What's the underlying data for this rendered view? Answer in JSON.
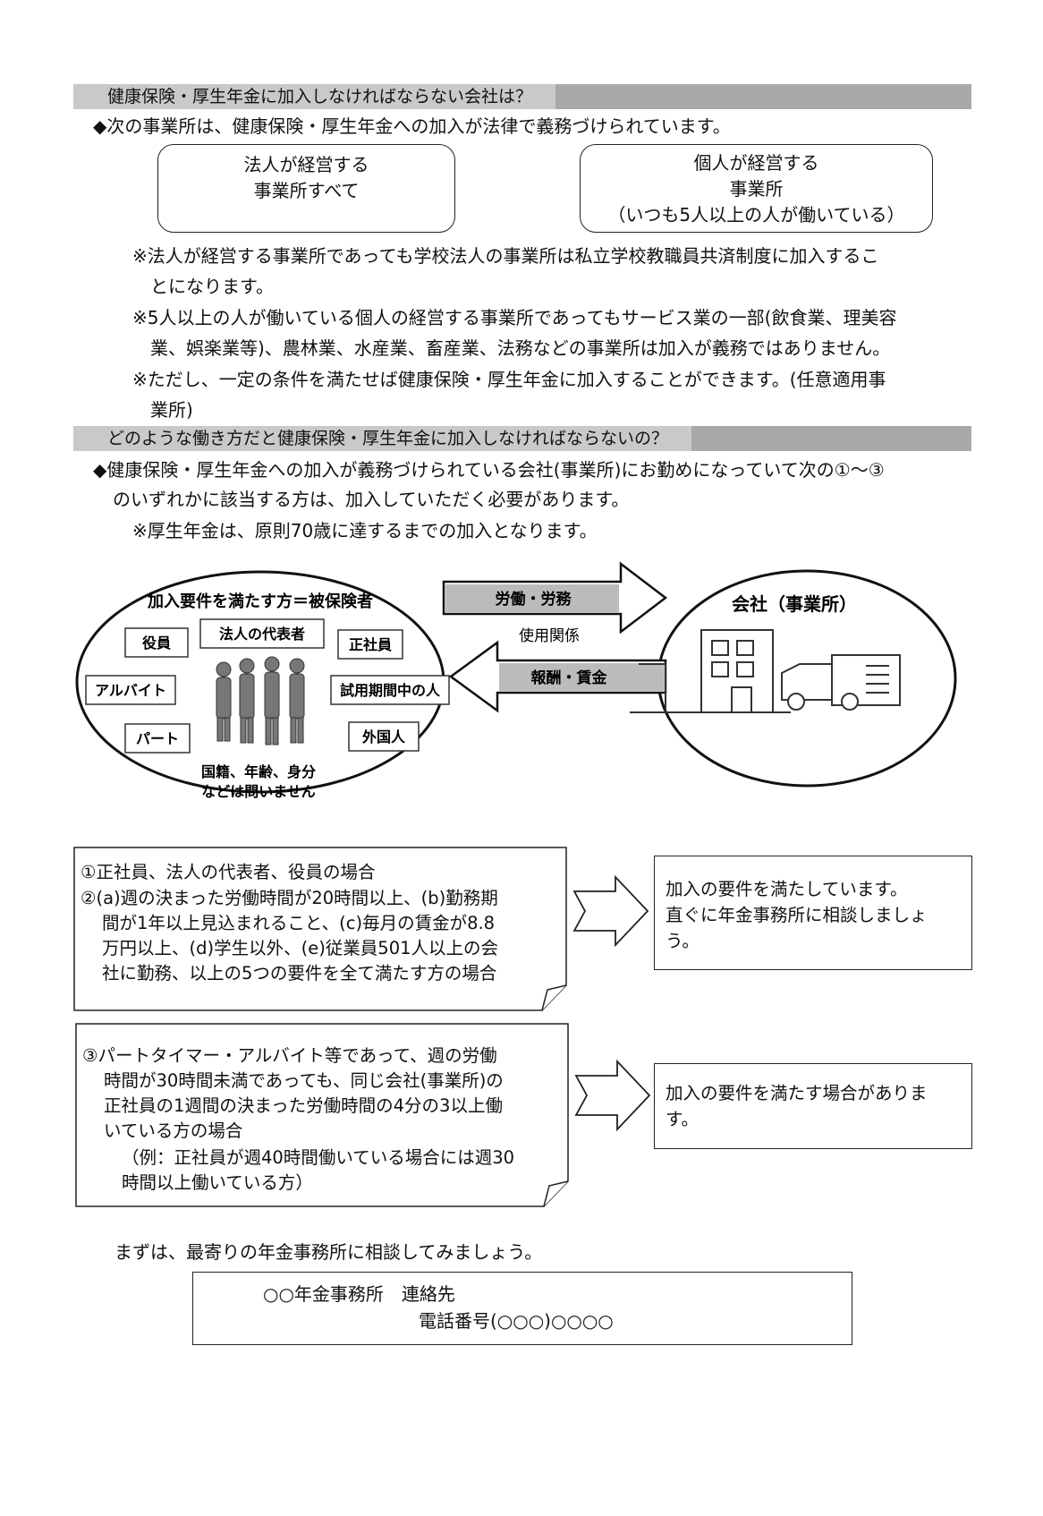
{
  "section1": {
    "header": "健康保険・厚生年金に加入しなければならない会社は？",
    "intro": "◆次の事業所は、健康保険・厚生年金への加入が法律で義務づけられています。",
    "box_left": [
      "法人が経営する",
      "事業所すべて"
    ],
    "box_right": [
      "個人が経営する",
      "事業所",
      "（いつも5人以上の人が働いている）"
    ],
    "notes": [
      "※法人が経営する事業所であっても学校法人の事業所は私立学校教職員共済制度に加入するこ",
      "とになります。",
      "※5人以上の人が働いている個人の経営する事業所であってもサービス業の一部(飲食業、理美容",
      "業、娯楽業等)、農林業、水産業、畜産業、法務などの事業所は加入が義務ではありません。",
      "※ただし、一定の条件を満たせば健康保険・厚生年金に加入することができます。(任意適用事",
      "業所)"
    ]
  },
  "section2": {
    "header": "どのような働き方だと健康保険・厚生年金に加入しなければならないの？",
    "intro": [
      "◆健康保険・厚生年金への加入が義務づけられている会社(事業所)にお勤めになっていて次の①～③",
      "のいずれかに該当する方は、加入していただく必要があります。"
    ],
    "note": "※厚生年金は、原則70歳に達するまでの加入となります。"
  },
  "diagram": {
    "left_title": "加入要件を満たす方＝被保険者",
    "roles": {
      "yakuin": "役員",
      "daihyousha": "法人の代表者",
      "seishain": "正社員",
      "arubaito": "アルバイト",
      "shiyou": "試用期間中の人",
      "paato": "パート",
      "gaikokujin": "外国人"
    },
    "left_footer": [
      "国籍、年齢、身分",
      "などは問いません"
    ],
    "arrow_right": "労働・労務",
    "middle": "使用関係",
    "arrow_left": "報酬・賃金",
    "company": "会社（事業所）"
  },
  "case1": {
    "lines": [
      "①正社員、法人の代表者、役員の場合",
      "②(a)週の決まった労働時間が20時間以上、(b)勤務期",
      "間が1年以上見込まれること、(c)毎月の賃金が8.8",
      "万円以上、(d)学生以外、(e)従業員501人以上の会",
      "社に勤務、以上の5つの要件を全て満たす方の場合"
    ],
    "result": [
      "加入の要件を満たしています。",
      "直ぐに年金事務所に相談しましょ",
      "う。"
    ]
  },
  "case2": {
    "lines": [
      "③パートタイマー・アルバイト等であって、週の労働",
      "時間が30時間未満であっても、同じ会社(事業所)の",
      "正社員の1週間の決まった労働時間の4分の3以上働",
      "いている方の場合",
      "（例：正社員が週40時間働いている場合には週30",
      "時間以上働いている方）"
    ],
    "result": [
      "加入の要件を満たす場合がありま",
      "す。"
    ]
  },
  "closing": "まずは、最寄りの年金事務所に相談してみましょう。",
  "contact": {
    "office": "○○年金事務所　連絡先",
    "phone": "電話番号(○○○)○○○○"
  }
}
